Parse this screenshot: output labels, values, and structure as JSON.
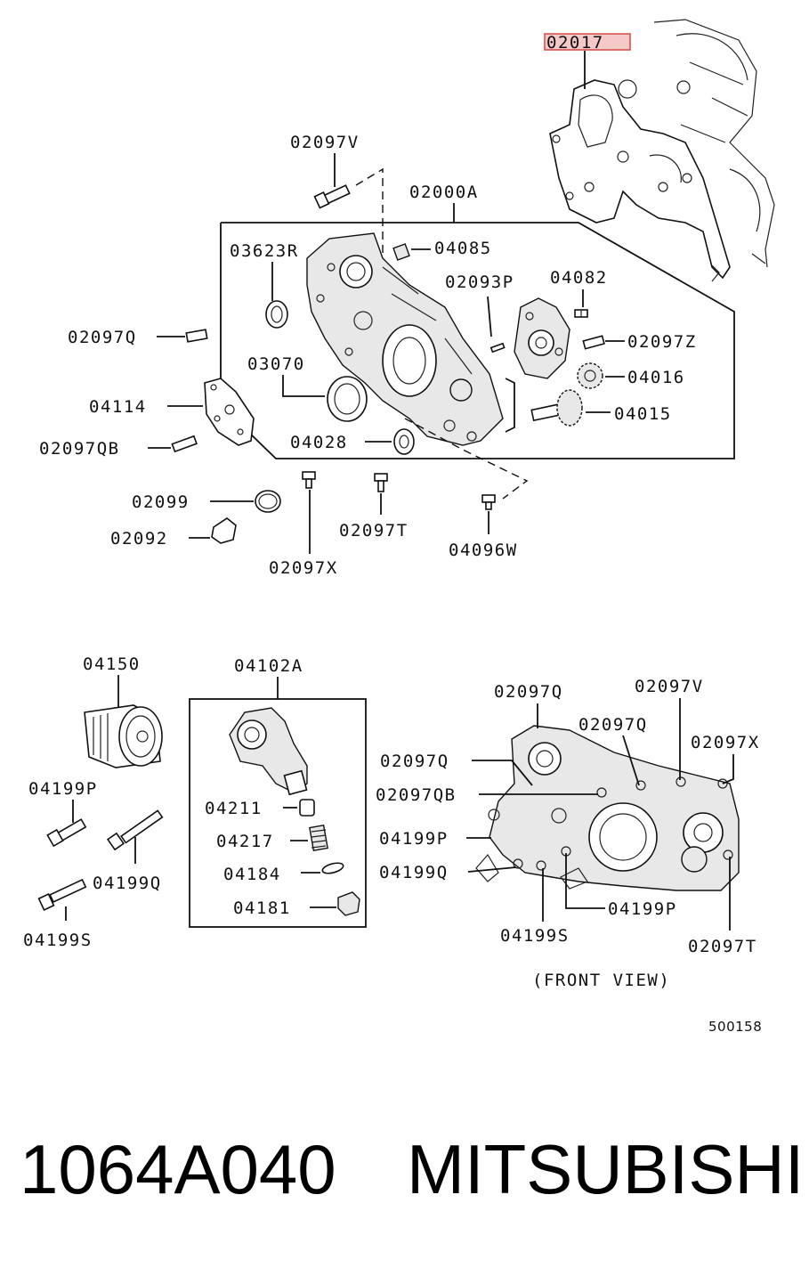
{
  "labels": {
    "gasket_top": "02017",
    "bolt_v": "02097V",
    "assembly_top": "02000A",
    "seal_03623r": "03623R",
    "plug_04085": "04085",
    "pin_02093p": "02093P",
    "screw_04082": "04082",
    "bolt_q": "02097Q",
    "bolt_z": "02097Z",
    "seal_03070": "03070",
    "gear_04016": "04016",
    "plate_04114": "04114",
    "gear_04015": "04015",
    "bolt_qb": "02097QB",
    "seal_04028": "04028",
    "oring_02099": "02099",
    "gasket_02092": "02092",
    "bolt_t": "02097T",
    "bolt_04096w": "04096W",
    "bolt_x": "02097X",
    "filter_04150": "04150",
    "bracket_assembly": "04102A",
    "bolt_04199p": "04199P",
    "plug_04211": "04211",
    "spring_04217": "04217",
    "bolt_04199q": "04199Q",
    "washer_04184": "04184",
    "bolt_04199s": "04199S",
    "plug_04181": "04181",
    "fv_q1": "02097Q",
    "fv_v": "02097V",
    "fv_q2": "02097Q",
    "fv_x": "02097X",
    "fv_q3": "02097Q",
    "fv_qb": "02097QB",
    "fv_p1": "04199P",
    "fv_q4": "04199Q",
    "fv_p2": "04199P",
    "fv_s": "04199S",
    "fv_t": "02097T",
    "front_view": "(FRONT VIEW)",
    "diagram_no": "500158"
  },
  "part_number": "1064A040",
  "brand": "MITSUBISHI",
  "colors": {
    "highlight": "#d9534f",
    "highlight_fill": "#f6c9c9"
  }
}
